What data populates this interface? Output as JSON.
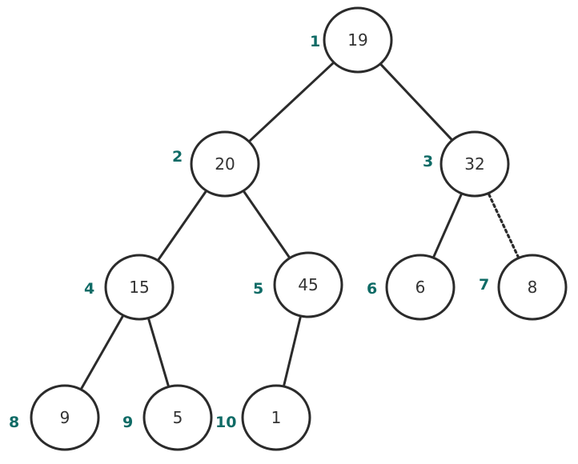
{
  "colors": {
    "index_label": "#0f6b66",
    "outline": "#2b2b2b",
    "value_text": "#333333",
    "background": "#ffffff"
  },
  "tree": {
    "nodes": [
      {
        "index": "1",
        "value": "19"
      },
      {
        "index": "2",
        "value": "20"
      },
      {
        "index": "3",
        "value": "32"
      },
      {
        "index": "4",
        "value": "15"
      },
      {
        "index": "5",
        "value": "45"
      },
      {
        "index": "6",
        "value": "6"
      },
      {
        "index": "7",
        "value": "8"
      },
      {
        "index": "8",
        "value": "9"
      },
      {
        "index": "9",
        "value": "5"
      },
      {
        "index": "10",
        "value": "1"
      }
    ],
    "edges": [
      {
        "from": "1",
        "to": "2",
        "style": "solid"
      },
      {
        "from": "1",
        "to": "3",
        "style": "solid"
      },
      {
        "from": "2",
        "to": "4",
        "style": "solid"
      },
      {
        "from": "2",
        "to": "5",
        "style": "solid"
      },
      {
        "from": "3",
        "to": "6",
        "style": "solid"
      },
      {
        "from": "3",
        "to": "7",
        "style": "dotted"
      },
      {
        "from": "4",
        "to": "8",
        "style": "solid"
      },
      {
        "from": "4",
        "to": "9",
        "style": "solid"
      },
      {
        "from": "5",
        "to": "10",
        "style": "solid"
      }
    ]
  }
}
